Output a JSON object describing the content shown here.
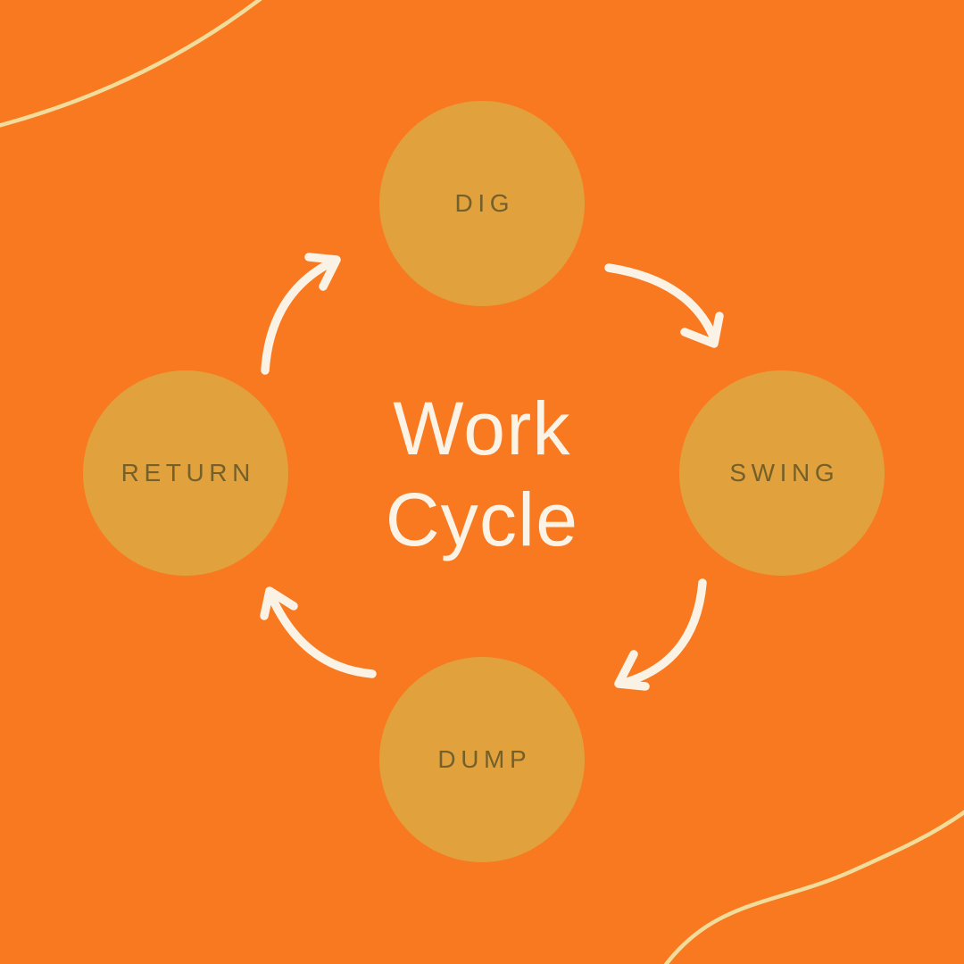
{
  "title": {
    "line1": "Work",
    "line2": "Cycle"
  },
  "diagram": {
    "type": "cycle",
    "steps": [
      {
        "id": "dig",
        "label": "DIG"
      },
      {
        "id": "swing",
        "label": "SWING"
      },
      {
        "id": "dump",
        "label": "DUMP"
      },
      {
        "id": "return",
        "label": "RETURN"
      }
    ],
    "flow": [
      "DIG",
      "SWING",
      "DUMP",
      "RETURN"
    ]
  },
  "colors": {
    "background": "#F8791F",
    "node_fill": "#E1A13C",
    "node_label": "#75602A",
    "title_text": "#FBF4E6",
    "arrow": "#FAF2E4",
    "decorative_line": "#F2DC9B"
  }
}
